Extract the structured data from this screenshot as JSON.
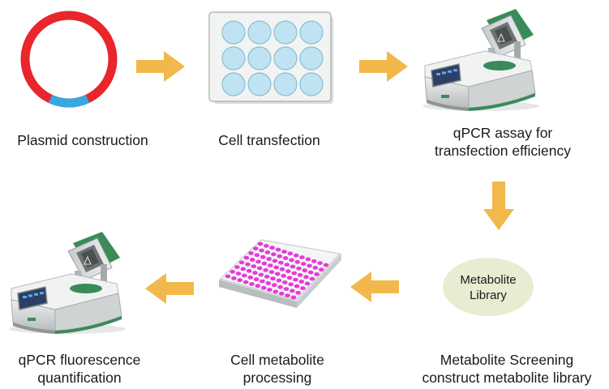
{
  "steps": [
    {
      "id": "plasmid",
      "lines": [
        "Plasmid construction"
      ]
    },
    {
      "id": "transfection",
      "lines": [
        "Cell transfection"
      ]
    },
    {
      "id": "qpcr_assay",
      "lines": [
        "qPCR assay for",
        "transfection efficiency"
      ]
    },
    {
      "id": "screening",
      "lines": [
        "Metabolite Screening",
        "construct metabolite library"
      ]
    },
    {
      "id": "processing",
      "lines": [
        "Cell metabolite",
        "processing"
      ]
    },
    {
      "id": "quantification",
      "lines": [
        "qPCR fluorescence",
        "quantification"
      ]
    }
  ],
  "library": {
    "lines": [
      "Metabolite",
      "Library"
    ]
  },
  "colors": {
    "arrow": "#f2b84b",
    "plasmid_ring": "#e8262b",
    "plasmid_insert": "#35a9e0",
    "well_blue": "#bfe3f2",
    "well_magenta": "#e63ad8",
    "library_fill": "#e9ecd2",
    "machine_body": "#d9dcdc",
    "machine_green": "#3a8a5a"
  }
}
